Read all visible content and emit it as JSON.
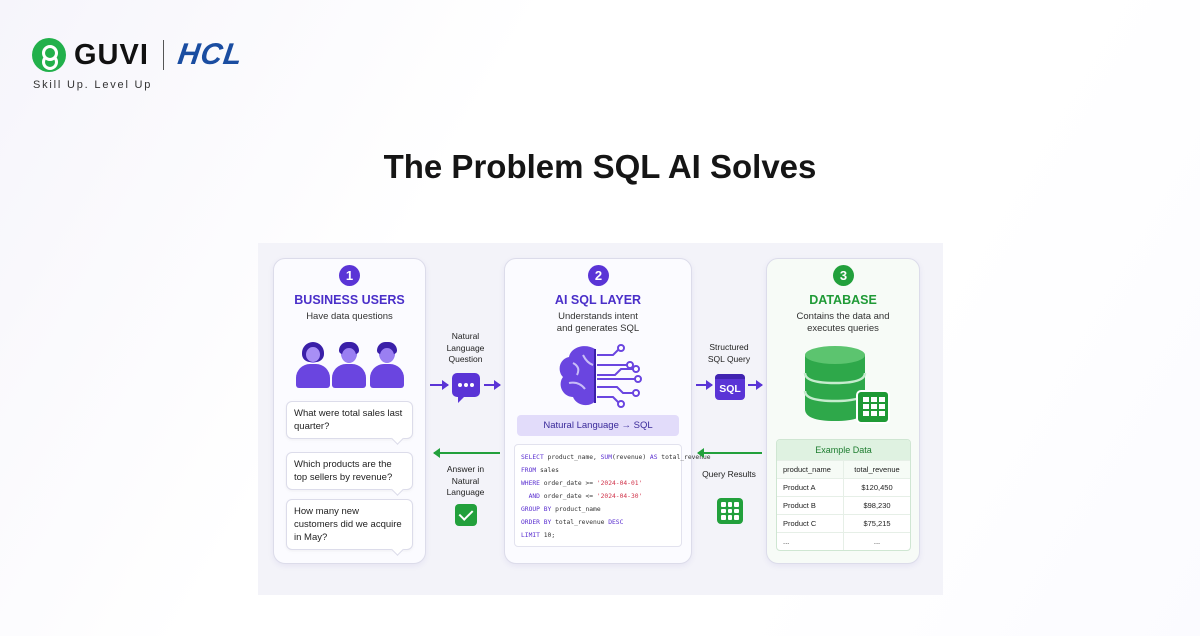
{
  "brand": {
    "guvi": "GUVI",
    "hcl": "HCL",
    "tagline": "Skill Up. Level Up"
  },
  "title": "The Problem SQL AI Solves",
  "colors": {
    "purple": "#5a34d6",
    "green": "#22a03c",
    "hcl_blue": "#1a4da1"
  },
  "cards": [
    {
      "number": "1",
      "title": "BUSINESS USERS",
      "subtitle": "Have data questions",
      "icon": "people-icon",
      "questions": [
        "What were total sales last quarter?",
        "Which products are the top sellers by revenue?",
        "How many new customers did we acquire in May?"
      ]
    },
    {
      "number": "2",
      "title": "AI SQL LAYER",
      "subtitle": "Understands intent and generates SQL",
      "icon": "brain-circuit-icon",
      "translation_label": "Natural Language → SQL",
      "code": {
        "l1_kw1": "SELECT",
        "l1_t1": " product_name, ",
        "l1_kw2": "SUM",
        "l1_t2": "(revenue) ",
        "l1_kw3": "AS",
        "l1_t3": " total_revenue",
        "l2_kw": "FROM",
        "l2_t": " sales",
        "l3_kw": "WHERE",
        "l3_t": " order_date >= ",
        "l3_s": "'2024-04-01'",
        "l4_kw": "AND",
        "l4_t": " order_date <= ",
        "l4_s": "'2024-04-30'",
        "l5_kw": "GROUP BY",
        "l5_t": " product_name",
        "l6_kw": "ORDER BY",
        "l6_t": " total_revenue ",
        "l6_kw2": "DESC",
        "l7_kw": "LIMIT",
        "l7_t": " 10;"
      }
    },
    {
      "number": "3",
      "title": "DATABASE",
      "subtitle": "Contains the data and executes queries",
      "icon": "database-icon",
      "table": {
        "title": "Example Data",
        "headers": [
          "product_name",
          "total_revenue"
        ],
        "rows": [
          [
            "Product A",
            "$120,450"
          ],
          [
            "Product B",
            "$98,230"
          ],
          [
            "Product C",
            "$75,215"
          ],
          [
            "...",
            "..."
          ]
        ]
      }
    }
  ],
  "connectors": {
    "nl_question": "Natural Language Question",
    "structured_sql": "Structured SQL Query",
    "answer_nl": "Answer in Natural Language",
    "query_results": "Query Results"
  }
}
